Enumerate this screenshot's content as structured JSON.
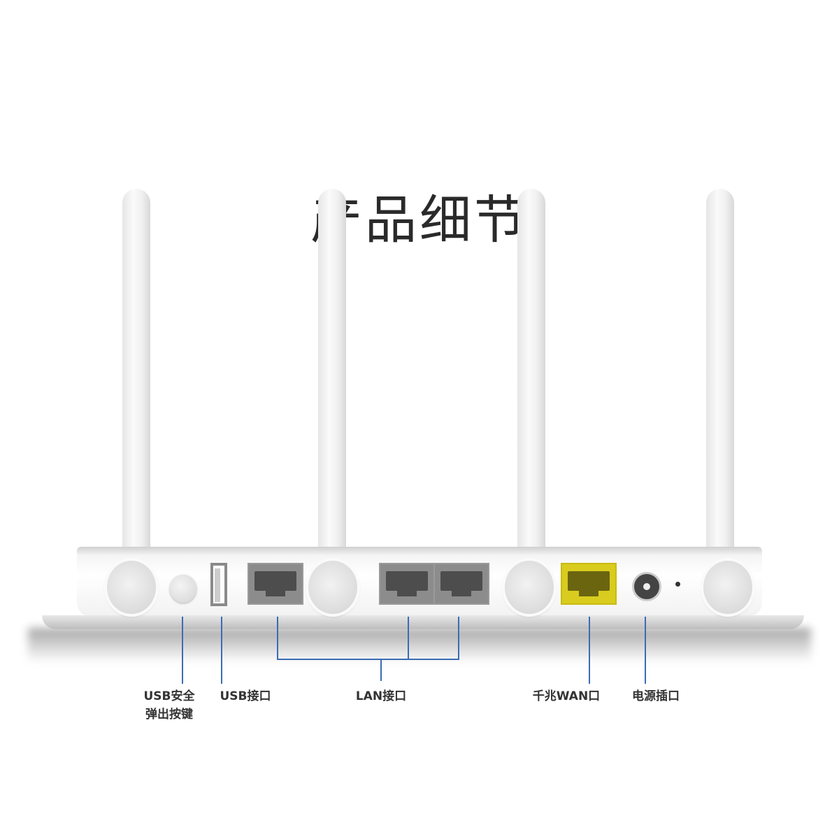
{
  "title": "产品细节",
  "labels": {
    "usb_eject_line1": "USB安全",
    "usb_eject_line2": "弹出按键",
    "usb_port": "USB接口",
    "lan_port": "LAN接口",
    "wan_port": "千兆WAN口",
    "power_port": "电源插口"
  },
  "colors": {
    "callout_line": "#3b6cb3",
    "wan_port": "#d9cc1e"
  }
}
